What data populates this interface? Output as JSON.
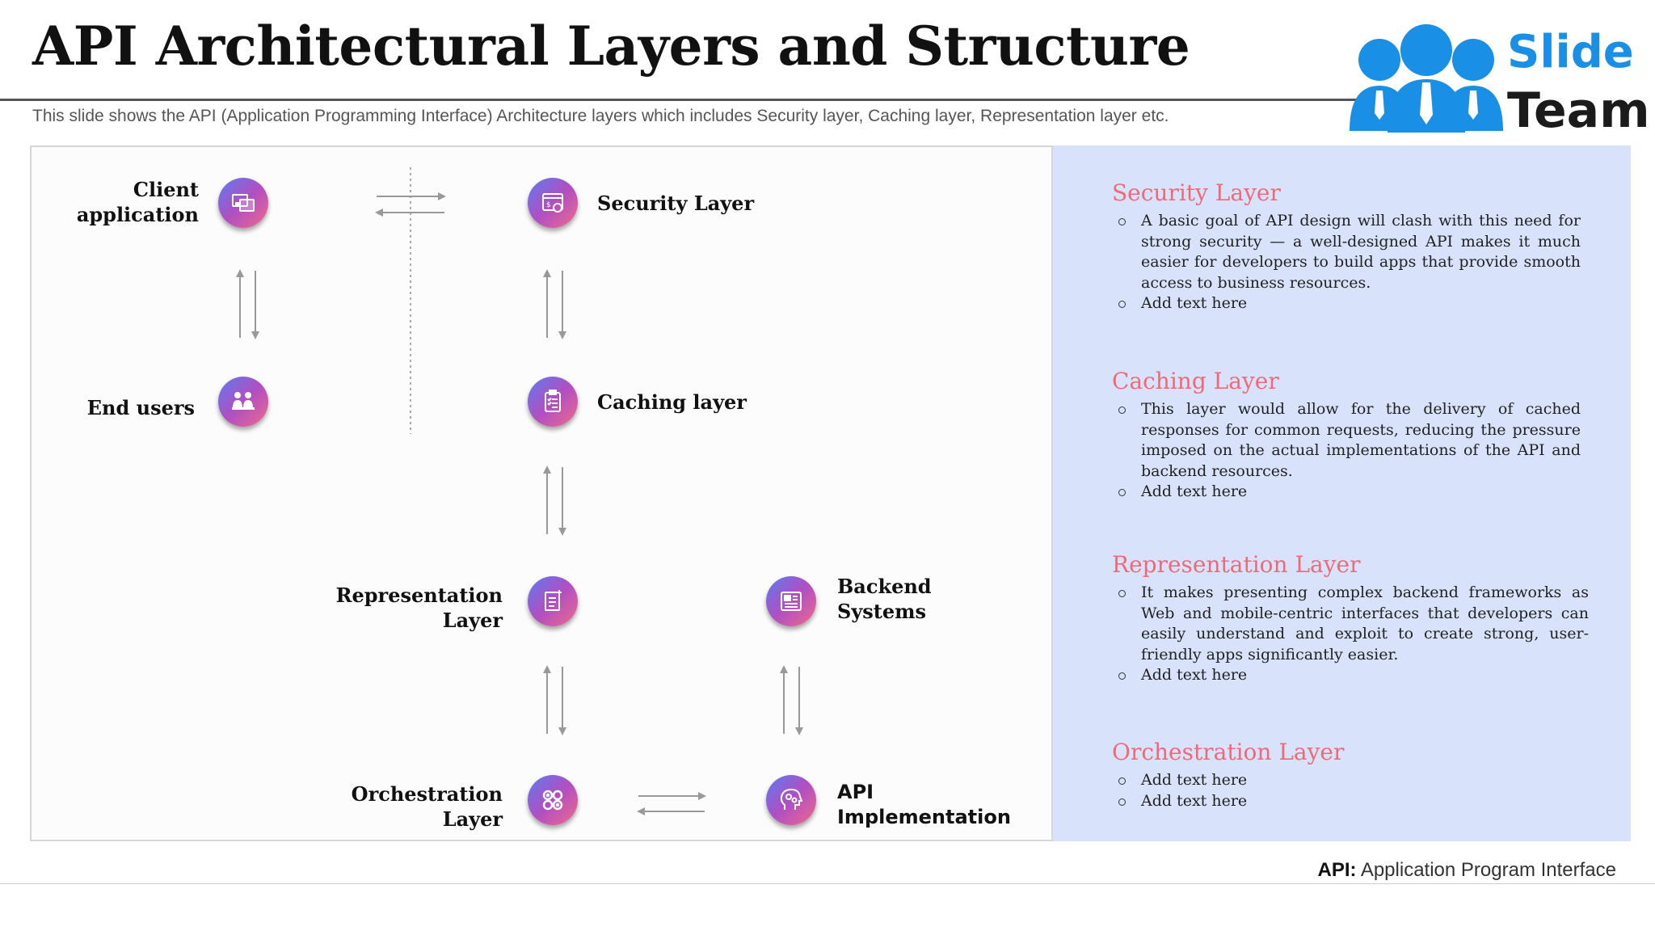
{
  "header": {
    "title": "API Architectural Layers and Structure",
    "subtitle": "This slide shows the API (Application Programming Interface) Architecture layers which includes Security layer, Caching layer, Representation layer etc."
  },
  "logo": {
    "line1": "Slide",
    "line2": "Team"
  },
  "diagram": {
    "nodes": {
      "client_application": {
        "line1": "Client",
        "line2": "application",
        "icon": "browser-window-icon"
      },
      "end_users": {
        "label": "End users",
        "icon": "users-at-desk-icon"
      },
      "security_layer": {
        "label": "Security Layer",
        "icon": "secure-browser-icon"
      },
      "caching_layer": {
        "label": "Caching layer",
        "icon": "clipboard-checklist-icon"
      },
      "representation_layer": {
        "line1": "Representation",
        "line2": "Layer",
        "icon": "document-icon"
      },
      "backend_systems": {
        "line1": "Backend",
        "line2": "Systems",
        "icon": "article-icon"
      },
      "orchestration_layer": {
        "line1": "Orchestration",
        "line2": "Layer",
        "icon": "gears-icon"
      },
      "api_implementation": {
        "line1": "API",
        "line2": "Implementation",
        "icon": "head-gears-icon"
      }
    }
  },
  "panel": {
    "sections": [
      {
        "title": "Security Layer",
        "bullets": [
          "A basic goal of API design will clash with this need for strong security — a well-designed API makes it much easier for developers to build apps that provide smooth access to business resources.",
          "Add text here"
        ]
      },
      {
        "title": "Caching Layer",
        "bullets": [
          "This layer would allow for the delivery of cached responses for common requests, reducing the pressure imposed on the actual implementations of the API and backend resources.",
          "Add text here"
        ]
      },
      {
        "title": "Representation Layer",
        "bullets": [
          "It makes presenting complex backend frameworks as Web and mobile-centric interfaces that developers can easily understand and exploit to create strong, user-friendly apps significantly easier.",
          "Add text here"
        ]
      },
      {
        "title": "Orchestration Layer",
        "bullets": [
          "Add text here",
          "Add text here"
        ]
      }
    ]
  },
  "footnote": {
    "abbr": "API:",
    "text": "Application Program Interface"
  },
  "colors": {
    "accent": "#ee6a78",
    "panel": "#d8e3fb",
    "logo_blue": "#1a8fe6"
  }
}
